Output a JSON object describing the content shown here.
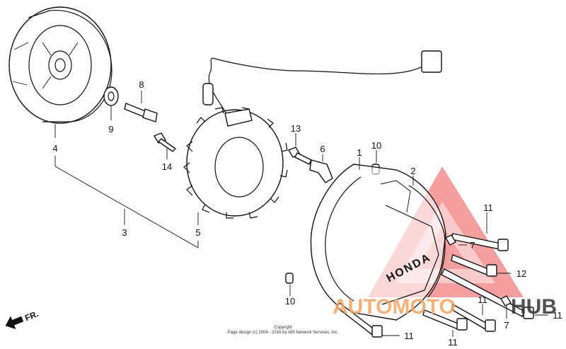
{
  "labels": {
    "p1": "1",
    "p2": "2",
    "p3": "3",
    "p4": "4",
    "p5": "5",
    "p6": "6",
    "p7a": "7",
    "p7b": "7",
    "p8": "8",
    "p9": "9",
    "p10a": "10",
    "p10b": "10",
    "p11a": "11",
    "p11b": "11",
    "p11c": "11",
    "p11d": "11",
    "p11e": "11",
    "p12": "12",
    "p13": "13",
    "p14": "14"
  },
  "direction_label": "FR.",
  "cover_brand": "HONDA",
  "copyright": {
    "line1": "Copyright",
    "line2": "Page design (c) 2004 - 2016 by ARI Network Services, Inc."
  },
  "watermark": {
    "text_a": "AUTOMOTO",
    "text_b": "HUB",
    "color_triangle": "#f08080",
    "color_text_a": "#f4a460",
    "color_text_b": "#333333"
  }
}
